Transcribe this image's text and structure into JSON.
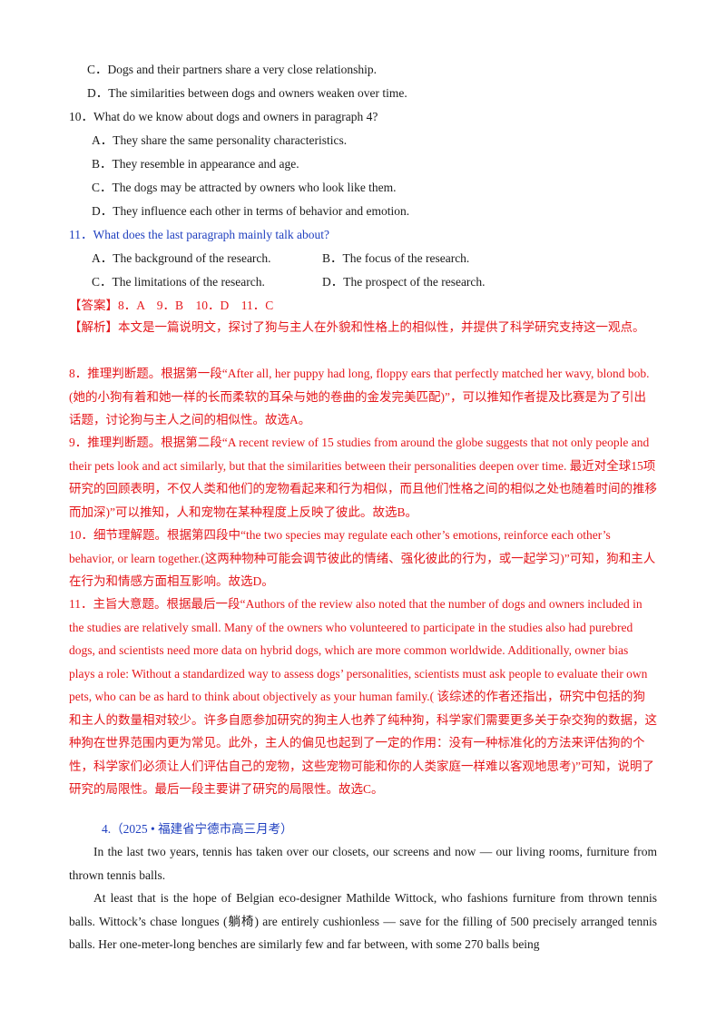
{
  "q9_options_tail": {
    "c": "C．Dogs and their partners share a very close relationship.",
    "d": "D．The similarities between dogs and owners weaken over time."
  },
  "q10": {
    "stem": "10．What do we know about dogs and owners in paragraph 4?",
    "a": "A．They share the same personality characteristics.",
    "b": "B．They resemble in appearance and age.",
    "c": "C．The dogs may be attracted by owners who look like them.",
    "d": "D．They influence each other in terms of behavior and emotion."
  },
  "q11": {
    "stem": "11．What does the last paragraph mainly talk about?",
    "a": "A．The background of the research.",
    "b": "B．The focus of the research.",
    "c": "C．The limitations of the research.",
    "d": "D．The prospect of the research."
  },
  "answer": "【答案】8．A　9．B　10．D　11．C",
  "analysis": {
    "summary": "【解析】本文是一篇说明文，探讨了狗与主人在外貌和性格上的相似性，并提供了科学研究支持这一观点。",
    "e8": "8．推理判断题。根据第一段“After all, her puppy had long, floppy ears that perfectly matched her wavy, blond bob.(她的小狗有着和她一样的长而柔软的耳朵与她的卷曲的金发完美匹配)”，可以推知作者提及比赛是为了引出话题，讨论狗与主人之间的相似性。故选A。",
    "e9": "9．推理判断题。根据第二段“A recent review of 15 studies from around the globe suggests that not only people and their pets look and act similarly, but that the similarities between their personalities deepen over time. 最近对全球15项研究的回顾表明，不仅人类和他们的宠物看起来和行为相似，而且他们性格之间的相似之处也随着时间的推移而加深)”可以推知，人和宠物在某种程度上反映了彼此。故选B。",
    "e10": "10．细节理解题。根据第四段中“the two species may regulate each other’s emotions, reinforce each other’s behavior, or learn together.(这两种物种可能会调节彼此的情绪、强化彼此的行为，或一起学习)”可知，狗和主人在行为和情感方面相互影响。故选D。",
    "e11": "11．主旨大意题。根据最后一段“Authors of the review also noted that the number of dogs and owners included in the studies are relatively small. Many of the owners who volunteered to participate in the studies also had purebred dogs, and scientists need more data on hybrid dogs, which are more common worldwide. Additionally, owner bias plays a role: Without a standardized way to assess dogs’ personalities, scientists must ask people to evaluate their own pets, who can be as hard to think about objectively as your human family.( 该综述的作者还指出，研究中包括的狗和主人的数量相对较少。许多自愿参加研究的狗主人也养了纯种狗，科学家们需要更多关于杂交狗的数据，这种狗在世界范围内更为常见。此外，主人的偏见也起到了一定的作用：没有一种标准化的方法来评估狗的个性，科学家们必须让人们评估自己的宠物，这些宠物可能和你的人类家庭一样难以客观地思考)”可知，说明了研究的局限性。最后一段主要讲了研究的局限性。故选C。"
  },
  "passage4": {
    "heading": "4.（2025 • 福建省宁德市高三月考）",
    "p1": "In the last two years, tennis has taken over our closets, our screens and now — our living rooms, furniture from thrown tennis balls.",
    "p2": "At least that is the hope of Belgian eco-designer Mathilde Wittock, who fashions furniture from thrown tennis balls. Wittock’s chase longues (躺椅) are entirely cushionless — save for the filling of 500 precisely arranged tennis balls. Her one-meter-long benches are similarly few and far between, with some 270 balls being"
  },
  "colors": {
    "answer_red": "#e5171b",
    "question_blue": "#1f3fbf",
    "text": "#1a1a1a"
  }
}
